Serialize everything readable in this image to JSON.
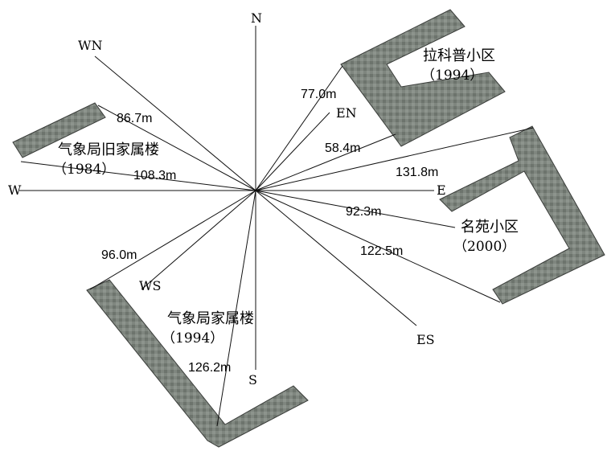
{
  "directions": {
    "n": "N",
    "s": "S",
    "e": "E",
    "w": "W",
    "wn": "WN",
    "en": "EN",
    "ws": "WS",
    "es": "ES"
  },
  "distances": {
    "d1": "86.7m",
    "d2": "108.3m",
    "d3": "77.0m",
    "d4": "58.4m",
    "d5": "131.8m",
    "d6": "92.3m",
    "d7": "122.5m",
    "d8": "96.0m",
    "d9": "126.2m"
  },
  "buildings": {
    "old_met": {
      "name": "气象局旧家属楼",
      "year": "（1984）"
    },
    "lakepu": {
      "name": "拉科普小区",
      "year": "（1994）"
    },
    "mingyuan": {
      "name": "名苑小区",
      "year": "（2000）"
    },
    "met": {
      "name": "气象局家属楼",
      "year": "（1994）"
    }
  },
  "colors": {
    "roof_light": "#8b928b",
    "roof_dark": "#5f665f",
    "line": "#111111"
  }
}
